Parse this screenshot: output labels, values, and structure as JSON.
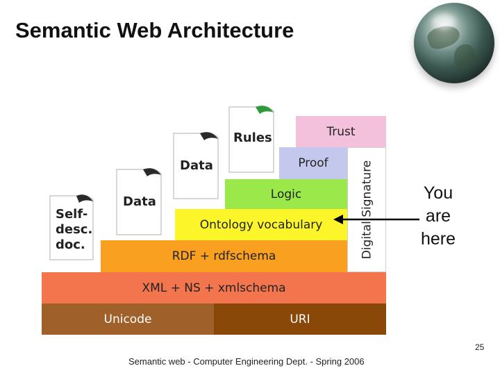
{
  "slide": {
    "title": "Semantic Web Architecture",
    "footer": "Semantic web - Computer Engineering Dept. - Spring 2006",
    "page_number": "25",
    "annotation": [
      "You",
      "are",
      "here"
    ]
  },
  "diagram": {
    "layers": {
      "unicode": "Unicode",
      "uri": "URI",
      "xml": "XML + NS + xmlschema",
      "rdf": "RDF + rdfschema",
      "ontology": "Ontology vocabulary",
      "logic": "Logic",
      "proof": "Proof",
      "trust": "Trust",
      "digital_signature": "Digital Signature"
    },
    "documents": {
      "self_desc": [
        "Self-",
        "desc.",
        "doc."
      ],
      "data_1": "Data",
      "data_2": "Data",
      "rules": "Rules"
    },
    "colors": {
      "unicode": "#a0602a",
      "uri": "#8a4808",
      "xml": "#f2754d",
      "rdf": "#f9a020",
      "ontology": "#fbf529",
      "logic": "#9be84b",
      "proof": "#c3c8ec",
      "trust": "#f4c1dc"
    }
  }
}
